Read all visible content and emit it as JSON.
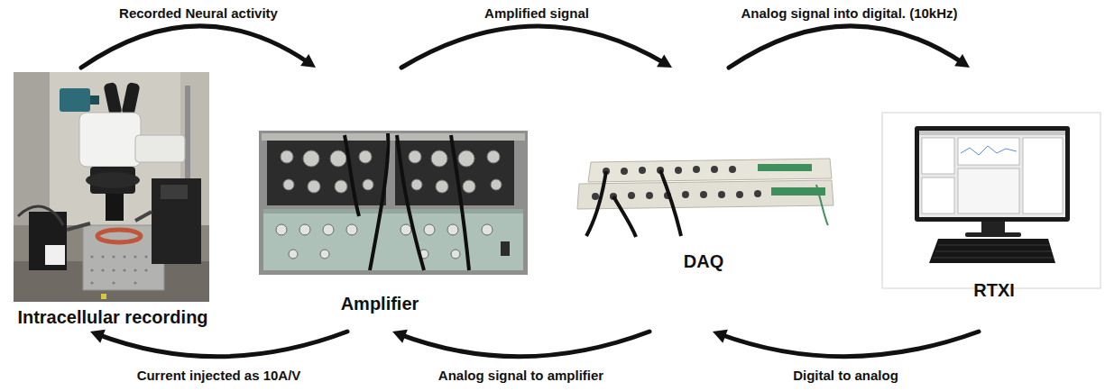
{
  "diagram": {
    "nodes": [
      {
        "text": [
          "Intracellular recording"
        ]
      },
      {
        "text": [
          "Amplifier"
        ]
      },
      {
        "text": [
          "DAQ"
        ]
      },
      {
        "text": [
          "RTXI"
        ]
      }
    ],
    "edges": [
      {
        "from": 0,
        "to": 1,
        "label": "Recorded Neural activity",
        "arrow": "to"
      },
      {
        "from": 1,
        "to": 2,
        "label": "Amplified signal",
        "arrow": "to"
      },
      {
        "from": 2,
        "to": 3,
        "label": "Analog signal into digital. (10kHz)",
        "arrow": "to"
      },
      {
        "from": 1,
        "to": 0,
        "label": "Current injected as 10A/V",
        "arrow": "to"
      },
      {
        "from": 2,
        "to": 1,
        "label": "Analog signal to amplifier",
        "arrow": "to"
      },
      {
        "from": 3,
        "to": 2,
        "label": "Digital to analog",
        "arrow": "to"
      }
    ]
  }
}
